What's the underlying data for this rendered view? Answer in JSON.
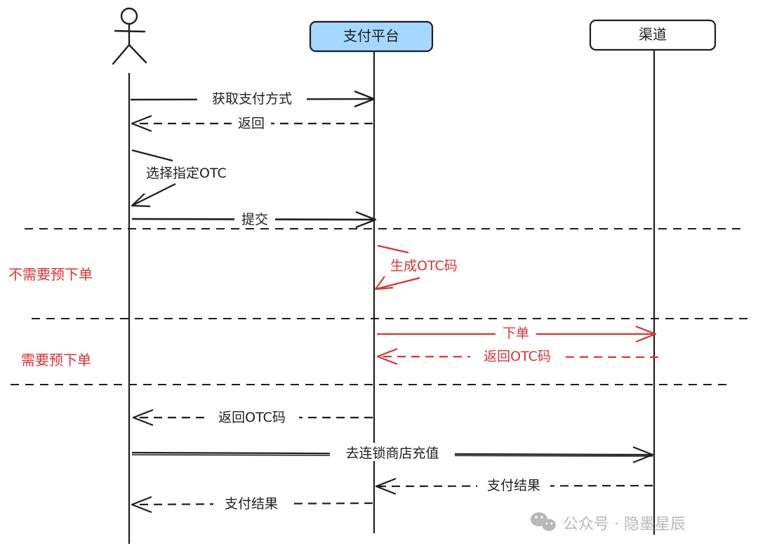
{
  "participants": [
    {
      "id": "user",
      "label": ""
    },
    {
      "id": "platform",
      "label": "支付平台"
    },
    {
      "id": "channel",
      "label": "渠道"
    }
  ],
  "messages": [
    {
      "id": "get-payment-methods",
      "label": "获取支付方式"
    },
    {
      "id": "return-1",
      "label": "返回"
    },
    {
      "id": "select-otc",
      "label": "选择指定OTC"
    },
    {
      "id": "submit",
      "label": "提交"
    },
    {
      "id": "generate-otc",
      "label": "生成OTC码"
    },
    {
      "id": "place-order",
      "label": "下单"
    },
    {
      "id": "return-otc-from-channel",
      "label": "返回OTC码"
    },
    {
      "id": "return-otc-to-user",
      "label": "返回OTC码"
    },
    {
      "id": "go-to-store",
      "label": "去连锁商店充值"
    },
    {
      "id": "pay-result-channel",
      "label": "支付结果"
    },
    {
      "id": "pay-result-user",
      "label": "支付结果"
    }
  ],
  "sections": [
    {
      "id": "no-preorder",
      "label": "不需要预下单"
    },
    {
      "id": "preorder",
      "label": "需要预下单"
    }
  ],
  "watermark": {
    "text": "公众号 · 隐墨星辰"
  },
  "colors": {
    "ink": "#1e1e1e",
    "red": "#e03131",
    "platform_fill": "#a5d8ff",
    "watermark": "#b8b8b8"
  }
}
